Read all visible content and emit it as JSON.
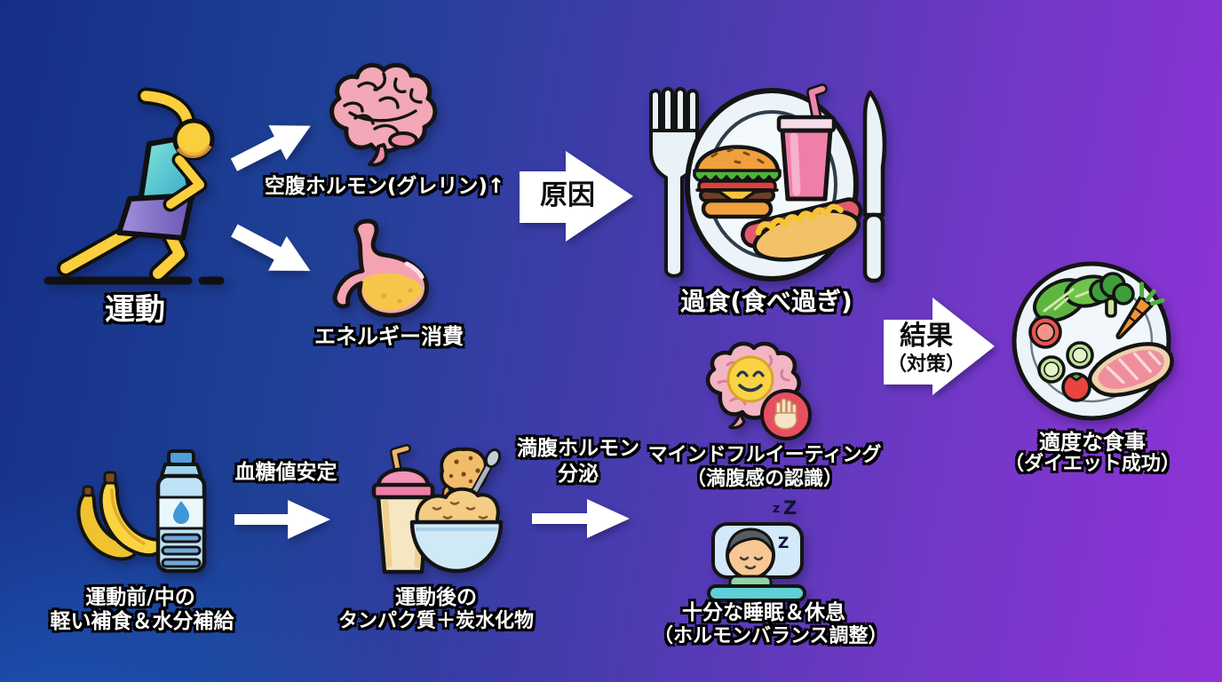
{
  "background": {
    "gradient_left": "#162e87",
    "gradient_right": "#9132d8"
  },
  "palette": {
    "arrow_white": "#ffffff",
    "label_white": "#ffffff",
    "outline_black": "#101010",
    "body_yellow": "#f9cf3d",
    "brain_pink": "#f2a8b6",
    "stomach_pink": "#f5a3b2",
    "drink_pink": "#ef7fa9",
    "badge_red": "#e64f60",
    "plate_white": "#ecf4fa",
    "bottle_blue": "#b5e0f5",
    "blanket_teal": "#5fd0d6"
  },
  "icons": {
    "exercise": "person-stretching-icon",
    "hunger_hormone": "brain-icon",
    "energy_consumption": "stomach-icon",
    "overeating": "fast-food-plate-icon",
    "moderate_diet": "healthy-plate-icon",
    "pre_workout_snack": "banana-water-bottle-icon",
    "post_workout_meal": "shake-and-bowl-icon",
    "mindful_eating": "happy-brain-stop-hand-icon",
    "sleep_rest": "sleeping-person-icon"
  },
  "flow_top": {
    "exercise": {
      "label": "運動"
    },
    "hunger_hormone": {
      "label": "空腹ホルモン(グレリン)↑"
    },
    "energy_consumption": {
      "label": "エネルギー消費"
    },
    "cause_arrow": {
      "label": "原因"
    },
    "overeating": {
      "label": "過食(食べ過ぎ)"
    },
    "result_arrow": {
      "line1": "結果",
      "line2": "（対策）"
    },
    "moderate_diet": {
      "line1": "適度な食事",
      "line2": "（ダイエット成功）"
    }
  },
  "flow_bottom": {
    "pre_workout_snack": {
      "line1": "運動前/中の",
      "line2": "軽い補食＆水分補給"
    },
    "blood_sugar_arrow": {
      "label": "血糖値安定"
    },
    "post_workout_meal": {
      "line1": "運動後の",
      "line2": "タンパク質＋炭水化物"
    },
    "satiety_arrow": {
      "line1": "満腹ホルモン",
      "line2": "分泌"
    },
    "mindful_eating": {
      "line1": "マインドフルイーティング",
      "line2": "（満腹感の認識）"
    },
    "sleep_rest": {
      "line1": "十分な睡眠＆休息",
      "line2": "（ホルモンバランス調整）",
      "z_small": "z",
      "z_large": "Z",
      "z_side": "Z"
    }
  }
}
